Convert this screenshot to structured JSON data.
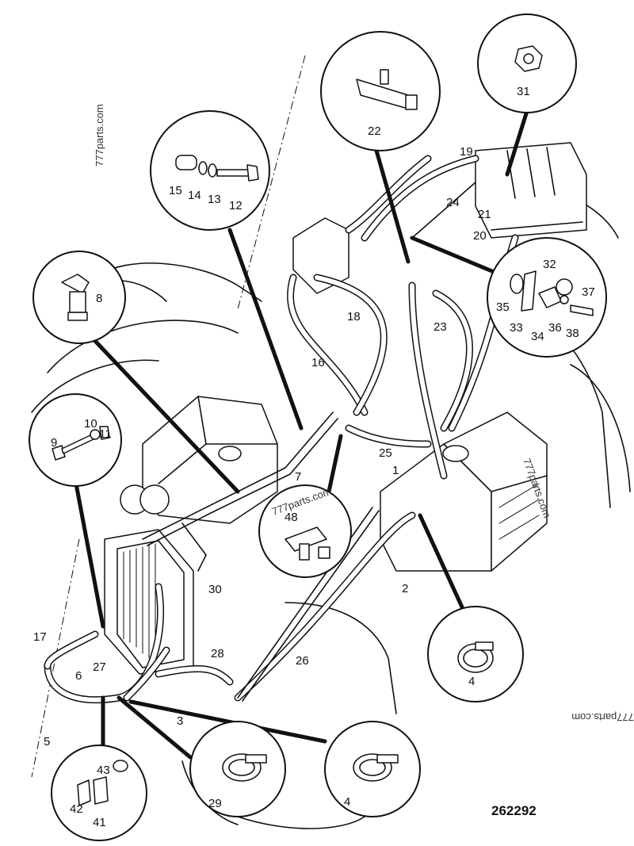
{
  "drawing_number": "262292",
  "watermarks": [
    "777parts.com",
    "777parts.com",
    "777parts.com",
    "777parts.com"
  ],
  "callouts": {
    "c1": "1",
    "c2": "2",
    "c3": "3",
    "c4a": "4",
    "c4b": "4",
    "c5": "5",
    "c6": "6",
    "c7": "7",
    "c8": "8",
    "c9": "9",
    "c10": "10",
    "c11": "11",
    "c12": "12",
    "c13": "13",
    "c14": "14",
    "c15": "15",
    "c16": "16",
    "c17": "17",
    "c18": "18",
    "c19": "19",
    "c20": "20",
    "c21": "21",
    "c22": "22",
    "c23": "23",
    "c24": "24",
    "c25": "25",
    "c26": "26",
    "c27": "27",
    "c28": "28",
    "c29": "29",
    "c30": "30",
    "c31": "31",
    "c32": "32",
    "c33": "33",
    "c34": "34",
    "c35": "35",
    "c36": "36",
    "c37": "37",
    "c38": "38",
    "c41": "41",
    "c42": "42",
    "c43": "43",
    "c48": "48"
  }
}
